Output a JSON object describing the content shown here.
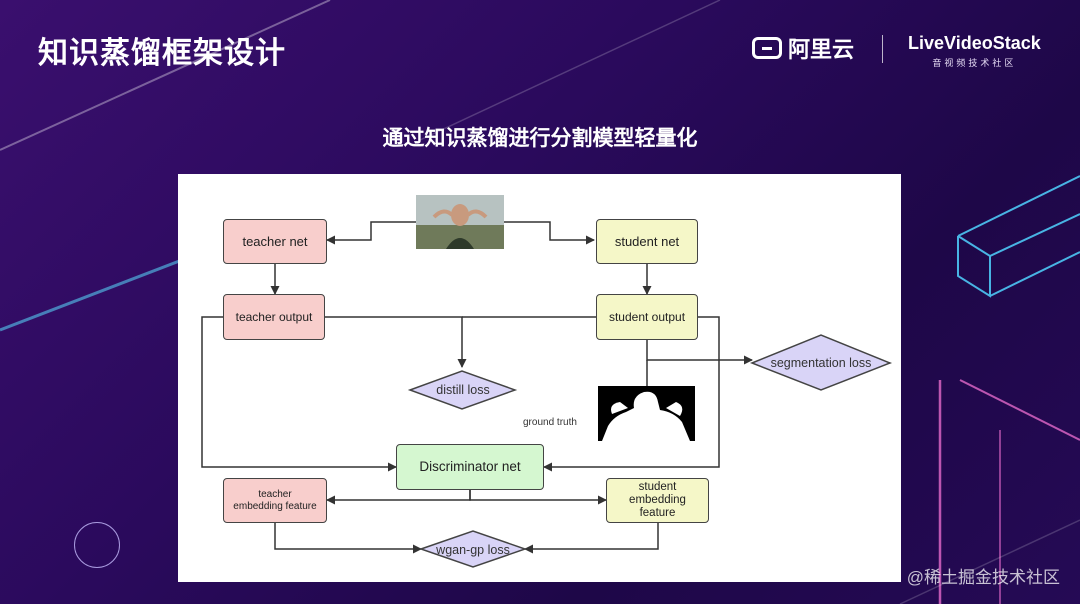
{
  "slide": {
    "title": "知识蒸馏框架设计",
    "subtitle": "通过知识蒸馏进行分割模型轻量化",
    "watermark": "@稀土掘金技术社区"
  },
  "logos": {
    "aliyun": "阿里云",
    "livevideostack": "LiveVideoStack",
    "livevideostack_sub": "音视频技术社区"
  },
  "diagram": {
    "nodes": {
      "teacher_net": "teacher net",
      "student_net": "student net",
      "teacher_output": "teacher output",
      "student_output": "student output",
      "discriminator_net": "Discriminator net",
      "teacher_embedding": "teacher\nembedding feature",
      "student_embedding": "student\nembedding\nfeature"
    },
    "diamonds": {
      "distill_loss": "distill loss",
      "segmentation_loss": "segmentation loss",
      "wgan_gp_loss": "wgan-gp loss"
    },
    "labels": {
      "ground_truth": "ground truth"
    },
    "colors": {
      "teacher": "#f8cecc",
      "student": "#f5f7c8",
      "discriminator": "#d5f7d0",
      "diamond": "#d9d4f7"
    }
  }
}
